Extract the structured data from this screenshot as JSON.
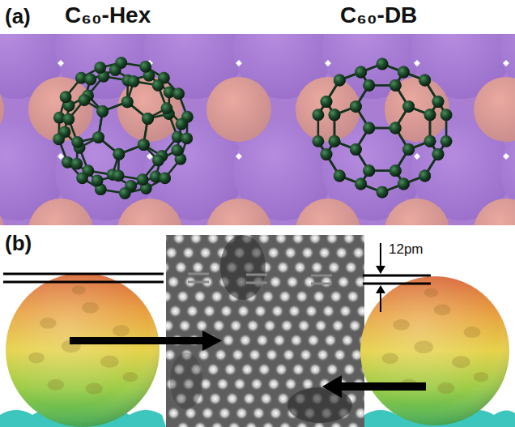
{
  "diagram": {
    "labels": [
      "(a)",
      "C₆₀-Hex",
      "C₆₀-DB",
      "(b)",
      "12pm"
    ]
  }
}
